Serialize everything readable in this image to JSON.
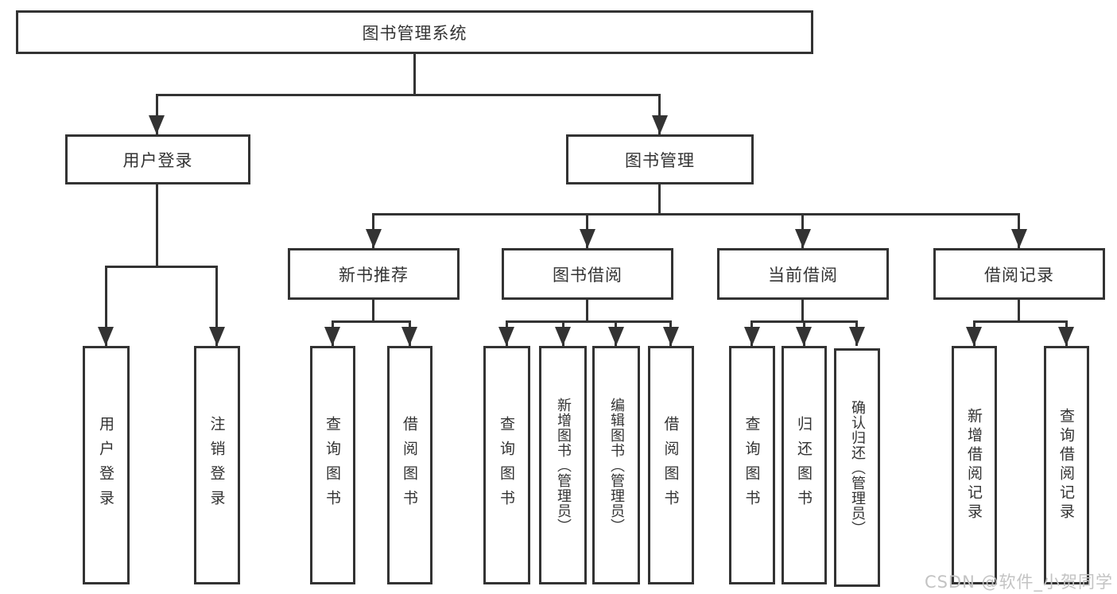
{
  "title": "图书管理系统",
  "level1": {
    "left": "用户登录",
    "right": "图书管理"
  },
  "level2": [
    "新书推荐",
    "图书借阅",
    "当前借阅",
    "借阅记录"
  ],
  "leaves": {
    "login": [
      "用户登录",
      "注销登录"
    ],
    "recommend": [
      "查询图书",
      "借阅图书"
    ],
    "borrow": [
      "查询图书",
      "新增图书（管理员）",
      "编辑图书（管理员）",
      "借阅图书"
    ],
    "current": [
      "查询图书",
      "归还图书",
      "确认归还（管理员）"
    ],
    "records": [
      "新增借阅记录",
      "查询借阅记录"
    ]
  },
  "watermark": "CSDN @软件_小贺同学",
  "colors": {
    "line": "#333333",
    "text": "#333333",
    "background": "#ffffff",
    "watermark": "#c3c3c3"
  }
}
